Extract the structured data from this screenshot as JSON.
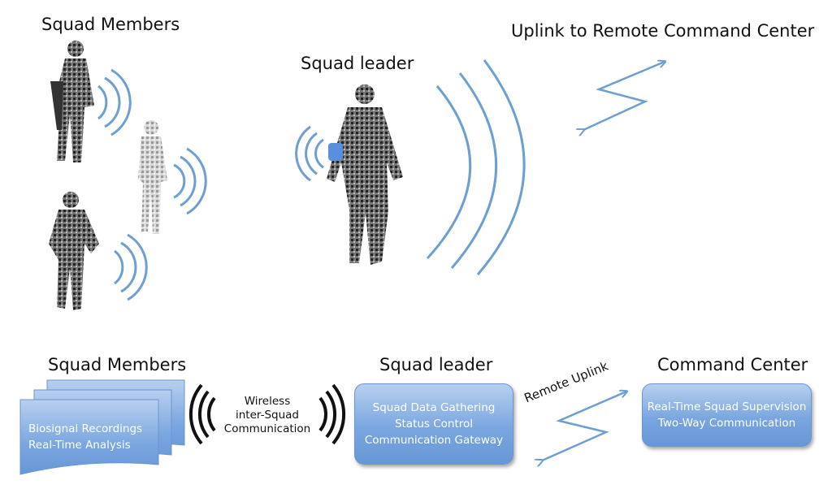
{
  "top": {
    "squad_members_label": "Squad Members",
    "squad_leader_label": "Squad leader",
    "uplink_label": "Uplink to Remote Command Center"
  },
  "bottom": {
    "squad_members_title": "Squad Members",
    "squad_leader_title": "Squad leader",
    "command_center_title": "Command Center",
    "members_doc": {
      "line1": "Biosignal Recordings",
      "line2": "Real-Time Analysis"
    },
    "wireless_label": {
      "line1": "Wireless",
      "line2": "inter-Squad",
      "line3": "Communication"
    },
    "leader_box": {
      "line1": "Squad Data Gathering",
      "line2": "Status Control",
      "line3": "Communication Gateway"
    },
    "remote_uplink_label": "Remote Uplink",
    "command_box": {
      "line1": "Real-Time Squad Supervision",
      "line2": "Two-Way Communication"
    }
  },
  "colors": {
    "signal_blue": "#6e9fd3",
    "box_blue": "#7aa6e0",
    "wave_black": "#111111",
    "soldier_gray": "#444444",
    "radio_blue": "#5b8fdc"
  }
}
